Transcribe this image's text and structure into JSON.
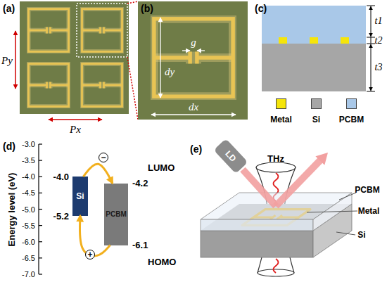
{
  "diagram": {
    "nodes": [
      {
        "text": [
          "Si"
        ]
      },
      {
        "text": [
          "PCBM"
        ]
      },
      {
        "text": [
          "LD"
        ]
      }
    ],
    "edges": [
      {
        "from": 0,
        "to": 1,
        "arrow": "to",
        "label": "−"
      },
      {
        "from": 1,
        "to": 0,
        "arrow": "to",
        "label": "+"
      }
    ],
    "labels": [
      "(a)",
      "Py",
      "Px",
      "(b)",
      "g",
      "dy",
      "dx",
      "(c)",
      "t1",
      "t2",
      "t3",
      "(d)",
      "-3.0",
      "-3.5",
      "-4.0",
      "-4.5",
      "-5.0",
      "-5.5",
      "-6.0",
      "-6.5",
      "-7.0",
      "Energy level (eV)",
      "-4.0",
      "-5.2",
      "-4.2",
      "-6.1",
      "LUMO",
      "HOMO",
      "(e)",
      "THz",
      "PCBM",
      "Metal",
      "Si"
    ],
    "legend": [
      {
        "text": "Metal",
        "color": "#f5e50a"
      },
      {
        "text": "Si",
        "color": "#a6a6a6"
      },
      {
        "text": "PCBM",
        "color": "#a9c8e8"
      }
    ]
  }
}
